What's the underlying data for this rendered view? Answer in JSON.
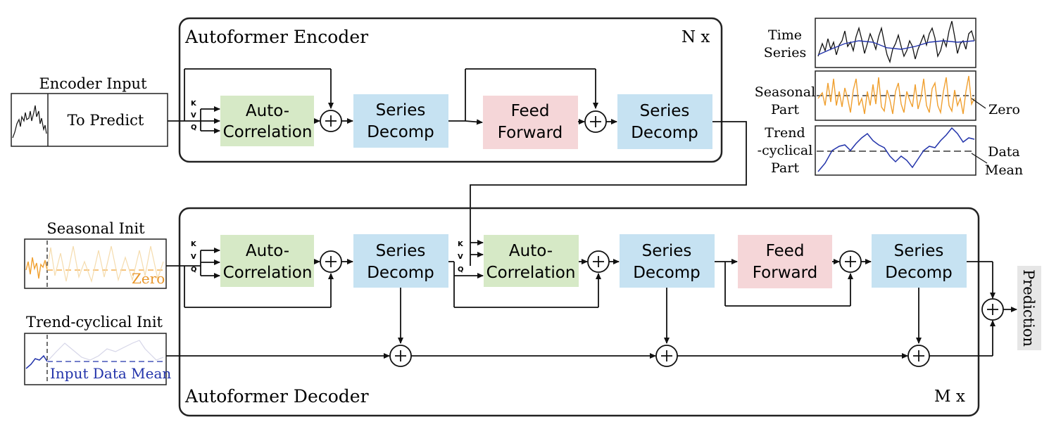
{
  "encoder": {
    "title": "Autoformer Encoder",
    "repeat": "N x",
    "input_label": "Encoder Input",
    "to_predict": "To Predict",
    "blocks": {
      "autocorr_line1": "Auto-",
      "autocorr_line2": "Correlation",
      "decomp1_line1": "Series",
      "decomp1_line2": "Decomp",
      "ff_line1": "Feed",
      "ff_line2": "Forward",
      "decomp2_line1": "Series",
      "decomp2_line2": "Decomp"
    },
    "kvq": [
      "K",
      "V",
      "Q"
    ]
  },
  "decoder": {
    "title": "Autoformer Decoder",
    "repeat": "M x",
    "seasonal_init_label": "Seasonal Init",
    "seasonal_zero": "Zero",
    "trend_init_label": "Trend-cyclical Init",
    "trend_mean": "Input Data Mean",
    "blocks": {
      "autocorr1_line1": "Auto-",
      "autocorr1_line2": "Correlation",
      "decomp1_line1": "Series",
      "decomp1_line2": "Decomp",
      "autocorr2_line1": "Auto-",
      "autocorr2_line2": "Correlation",
      "decomp2_line1": "Series",
      "decomp2_line2": "Decomp",
      "ff_line1": "Feed",
      "ff_line2": "Forward",
      "decomp3_line1": "Series",
      "decomp3_line2": "Decomp"
    },
    "kvq": [
      "K",
      "V",
      "Q"
    ],
    "prediction": "Prediction"
  },
  "legend": {
    "time_series_line1": "Time",
    "time_series_line2": "Series",
    "seasonal_line1": "Seasonal",
    "seasonal_line2": "Part",
    "zero": "Zero",
    "trend_line1": "Trend",
    "trend_line2": "-cyclical",
    "trend_line3": "Part",
    "data_mean_line1": "Data",
    "data_mean_line2": "Mean"
  },
  "colors": {
    "autocorr": "#d6e9c6",
    "decomp": "#c6e2f2",
    "feedforward": "#f5d6d8",
    "prediction_bg": "#e6e6e6",
    "seasonal_line": "#f0a030",
    "trend_line": "#2233aa",
    "frame": "#222222"
  },
  "icons": [
    "plus-circle-icon",
    "arrow-icon"
  ]
}
